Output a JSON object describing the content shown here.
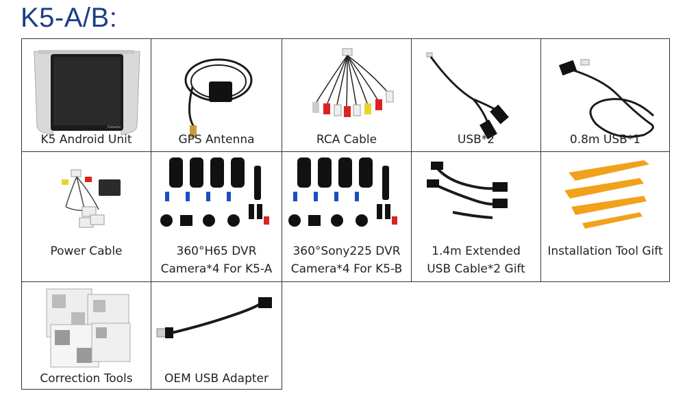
{
  "heading": "K5-A/B:",
  "items": [
    {
      "label": "K5 Android Unit",
      "icon": "head-unit-icon"
    },
    {
      "label": "GPS Antenna",
      "icon": "gps-antenna-icon"
    },
    {
      "label": "RCA Cable",
      "icon": "rca-cable-icon"
    },
    {
      "label": "USB*2",
      "icon": "usb-cable-icon"
    },
    {
      "label": "0.8m USB*1",
      "icon": "usb-cable-icon"
    },
    {
      "label": "Power Cable",
      "icon": "power-harness-icon"
    },
    {
      "label": "360°H65 DVR",
      "label2": "Camera*4 For K5-A",
      "icon": "camera-set-icon"
    },
    {
      "label": "360°Sony225 DVR",
      "label2": "Camera*4 For K5-B",
      "icon": "camera-set-icon"
    },
    {
      "label": "1.4m Extended",
      "label2": "USB Cable*2 Gift",
      "icon": "usb-extension-icon"
    },
    {
      "label": "Installation Tool Gift",
      "icon": "pry-tool-icon"
    },
    {
      "label": "Correction Tools",
      "icon": "calibration-mat-icon"
    },
    {
      "label": "OEM USB Adapter",
      "icon": "usb-adapter-icon"
    }
  ]
}
